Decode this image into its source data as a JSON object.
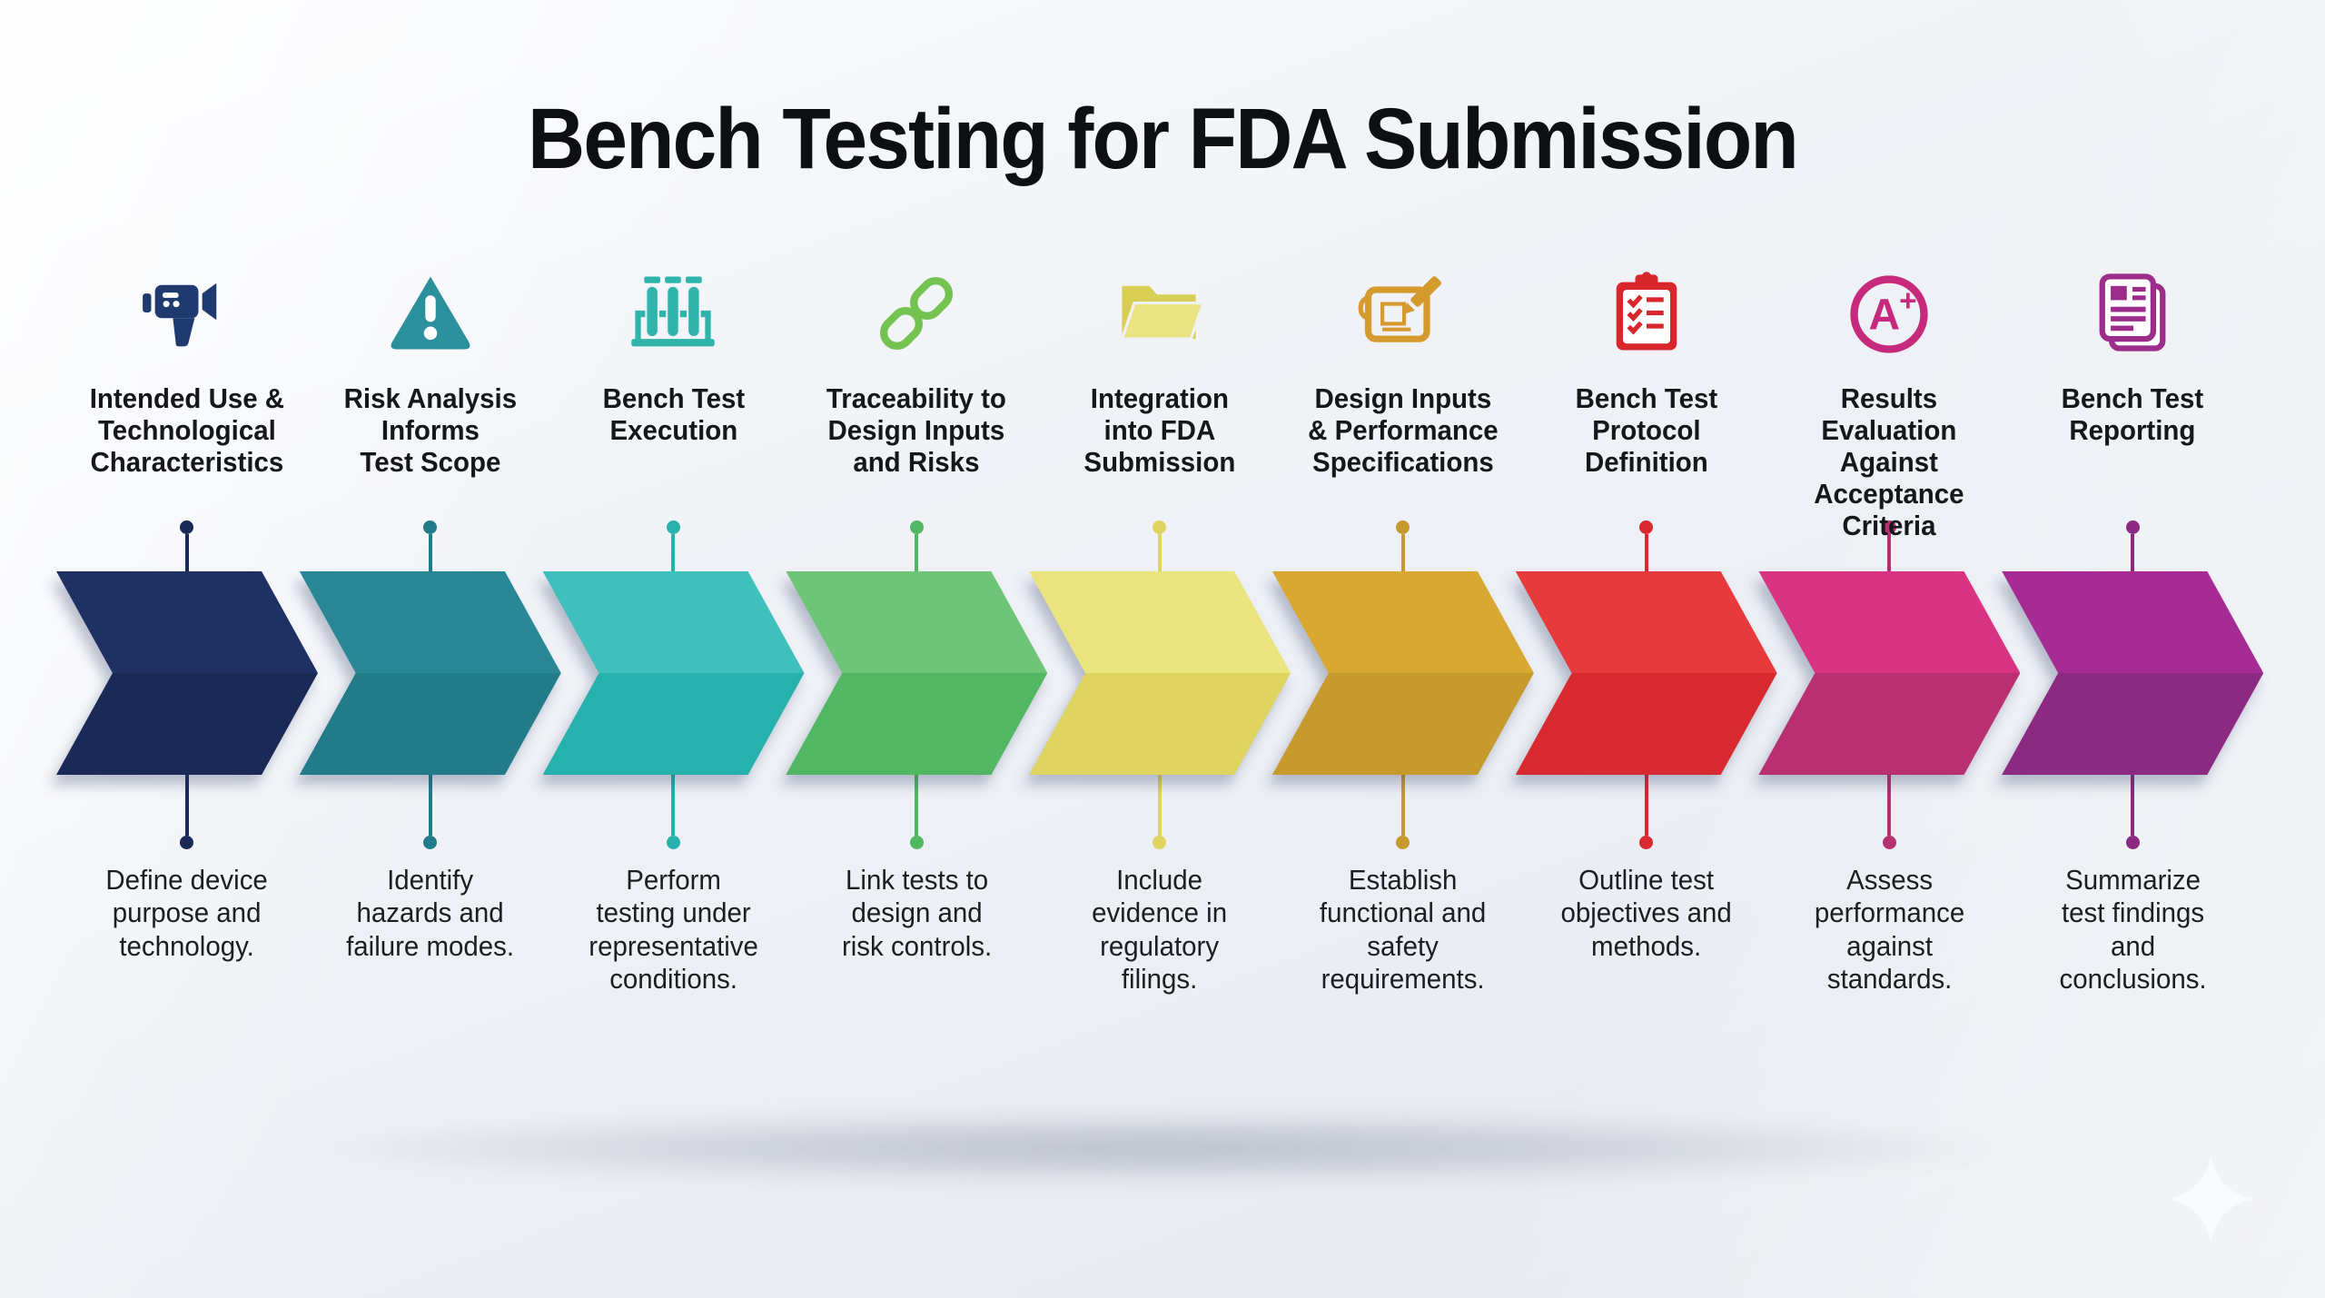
{
  "title": "Bench Testing for FDA Submission",
  "steps": [
    {
      "icon": "camcorder-icon",
      "title": "Intended Use &\nTechnological\nCharacteristics",
      "description": "Define device\npurpose and\ntechnology.",
      "colors": {
        "top": "#1f3163",
        "bottom": "#1a2955",
        "icon": "#1e3a6e"
      }
    },
    {
      "icon": "warning-triangle-icon",
      "title": "Risk Analysis\nInforms\nTest Scope",
      "description": "Identify\nhazards and\nfailure modes.",
      "colors": {
        "top": "#2a8896",
        "bottom": "#217b89",
        "icon": "#2b8f9c"
      }
    },
    {
      "icon": "test-tubes-icon",
      "title": "Bench Test\nExecution",
      "description": "Perform\ntesting under\nrepresentative\nconditions.",
      "colors": {
        "top": "#3fc0bc",
        "bottom": "#27b1ad",
        "icon": "#2fb3ab"
      }
    },
    {
      "icon": "chain-link-icon",
      "title": "Traceability to\nDesign Inputs\nand Risks",
      "description": "Link tests to\ndesign and\nrisk controls.",
      "colors": {
        "top": "#6fc577",
        "bottom": "#52b763",
        "icon": "#74c24f"
      }
    },
    {
      "icon": "folder-icon",
      "title": "Integration\ninto FDA\nSubmission",
      "description": "Include\nevidence in\nregulatory\nfilings.",
      "colors": {
        "top": "#eae47e",
        "bottom": "#dfd45f",
        "icon": "#e0d563"
      }
    },
    {
      "icon": "blueprint-pencil-icon",
      "title": "Design Inputs\n& Performance\nSpecifications",
      "description": "Establish\nfunctional and\nsafety\nrequirements.",
      "colors": {
        "top": "#d9a833",
        "bottom": "#c79a2d",
        "icon": "#d49a2e"
      }
    },
    {
      "icon": "clipboard-checklist-icon",
      "title": "Bench Test\nProtocol\nDefinition",
      "description": "Outline test\nobjectives and\nmethods.",
      "colors": {
        "top": "#e63a3c",
        "bottom": "#d7292f",
        "icon": "#d7262c"
      }
    },
    {
      "icon": "grade-a-plus-icon",
      "title": "Results Evaluation\nAgainst\nAcceptance\nCriteria",
      "description": "Assess\nperformance\nagainst\nstandards.",
      "colors": {
        "top": "#d93383",
        "bottom": "#b82f72",
        "icon": "#c72a7c"
      }
    },
    {
      "icon": "report-document-icon",
      "title": "Bench Test\nReporting",
      "description": "Summarize\ntest findings\nand\nconclusions.",
      "colors": {
        "top": "#a62c93",
        "bottom": "#8c2980",
        "icon": "#9c2d8a"
      }
    }
  ],
  "decor": {
    "sparkle_icon": "four-point-star",
    "sparkle_color": "#f9fbfe"
  }
}
